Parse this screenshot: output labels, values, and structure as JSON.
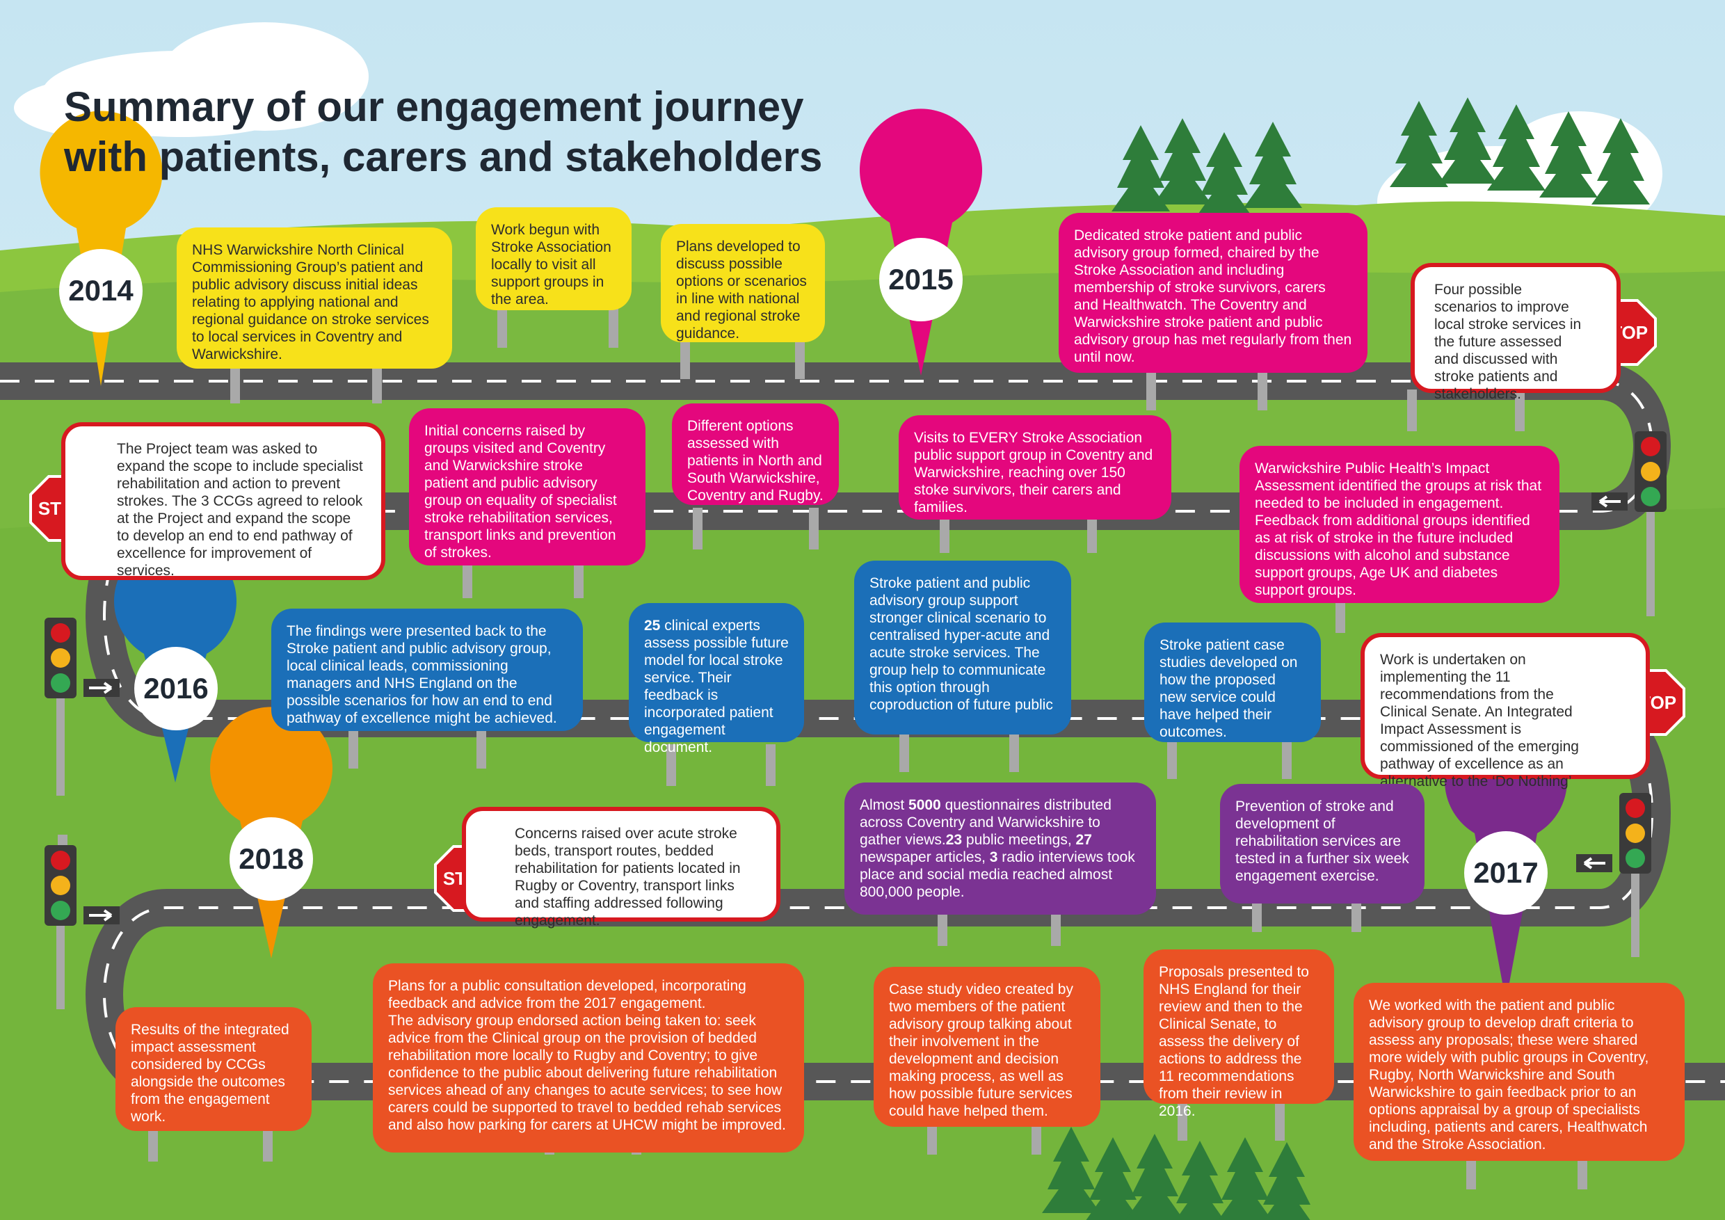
{
  "title": {
    "line1": "Summary of our engagement journey",
    "line2": "with patients, carers and stakeholders"
  },
  "colors": {
    "yellow": "#f7e11a",
    "magenta": "#e4077d",
    "blue": "#1b6fb8",
    "purple": "#7b3393",
    "orange": "#ea5224",
    "stop_red": "#d71920",
    "road": "#575757",
    "grass": "#74b83e",
    "sky": "#d6ecf5"
  },
  "years": {
    "y2014": "2014",
    "y2015": "2015",
    "y2016": "2016",
    "y2017": "2017",
    "y2018": "2018"
  },
  "stop_label": "STOP",
  "row1": {
    "nhs_north": "NHS Warwickshire North Clinical Commissioning Group’s patient and public advisory discuss initial ideas relating to applying national and regional guidance on stroke services to local services in Coventry and Warwickshire.",
    "work_begun": "Work begun with Stroke Association locally to visit all support groups in the area.",
    "plans_developed": "Plans developed to discuss possible options or scenarios in line with national and regional stroke guidance.",
    "dedicated_group": "Dedicated stroke patient and public advisory group formed, chaired by the Stroke Association and including membership of stroke survivors, carers and  Healthwatch. The Coventry and Warwickshire stroke patient and public advisory group has met regularly from then until now.",
    "four_scenarios": "Four possible scenarios to improve local stroke services in the future assessed and discussed with stroke patients and stakeholders."
  },
  "row2": {
    "project_team": "The Project team was asked to expand the scope to include specialist rehabilitation and action to prevent strokes. The 3 CCGs agreed to relook at the Project and expand the scope to develop an end to end pathway of excellence for improvement of services.",
    "initial_concerns": "Initial concerns raised by groups visited and Coventry and Warwickshire stroke patient and public advisory group on equality of specialist stroke rehabilitation services, transport links and prevention of strokes.",
    "different_options": "Different options assessed with patients in North and South Warwickshire,  Coventry and Rugby.",
    "visits_every": "Visits to EVERY Stroke Association public support group in Coventry and Warwickshire, reaching over 150 stoke survivors,  their carers and families.",
    "public_health": "Warwickshire Public Health’s Impact Assessment identified the groups at risk that needed to be included in engagement. Feedback from additional groups identified as at risk of stroke in the future included discussions with alcohol and substance support groups, Age UK and diabetes support groups."
  },
  "row3": {
    "findings": "The findings were presented back to the Stroke patient and public advisory group, local clinical leads, commissioning managers and NHS England on the possible scenarios for how an end to end pathway of excellence might be achieved.",
    "experts_num": "25",
    "experts_rest": " clinical experts assess possible future model for local stroke service. Their feedback is incorporated patient engagement document.",
    "stroke_group_support": "Stroke patient and public advisory group support stronger clinical scenario to centralised hyper-acute and acute stroke services. The group help to communicate this option through coproduction of future public",
    "case_studies": "Stroke patient case studies developed on how the proposed new service could have helped their outcomes.",
    "work_undertaken": "Work is undertaken on implementing the 11 recommendations from the Clinical Senate. An Integrated Impact Assessment is commissioned of the emerging pathway of excellence as an alternative to the ‘Do Nothing’ option."
  },
  "row4": {
    "concerns_acute": "Concerns raised over acute stroke beds, transport routes, bedded rehabilitation for patients located in Rugby or Coventry, transport links and staffing addressed following engagement.",
    "q_t1": "Almost ",
    "q_n1": "5000",
    "q_t2": " questionnaires distributed across Coventry and Warwickshire to gather views.",
    "q_n2": "23",
    "q_t3": " public meetings, ",
    "q_n3": "27",
    "q_t4": " newspaper articles, ",
    "q_n4": "3",
    "q_t5": " radio interviews took place and social media reached almost 800,000 people.",
    "prevention": "Prevention of stroke and development of rehabilitation services are tested in a further six week engagement exercise."
  },
  "row5": {
    "results": "Results of the integrated impact assessment considered by CCGs alongside the outcomes from the engagement work.",
    "plans_consultation": "Plans for a public consultation developed, incorporating feedback and advice from the 2017 engagement.\nThe advisory group endorsed action being taken to: seek advice from the Clinical group on the provision of bedded rehabilitation more locally to Rugby and Coventry; to give confidence to the public about delivering future rehabilitation services ahead of any changes to acute services; to see how carers could be supported to travel to bedded rehab services and also how parking for carers at UHCW might be improved.",
    "case_study_video": "Case study video created by two members of the patient advisory group talking about their involvement in the development and decision making process, as well as how possible future services could have helped them.",
    "proposals": "Proposals presented to NHS England for their review and then to the Clinical Senate, to assess the delivery of actions to address the 11 recommendations from their review in 2016.",
    "we_worked": "We worked with the patient and public advisory group to develop draft criteria to assess any proposals; these were shared more widely with public groups in Coventry, Rugby, North Warwickshire and South Warwickshire to gain feedback prior to an options appraisal by a group of specialists including, patients and carers, Healthwatch and the Stroke Association."
  }
}
